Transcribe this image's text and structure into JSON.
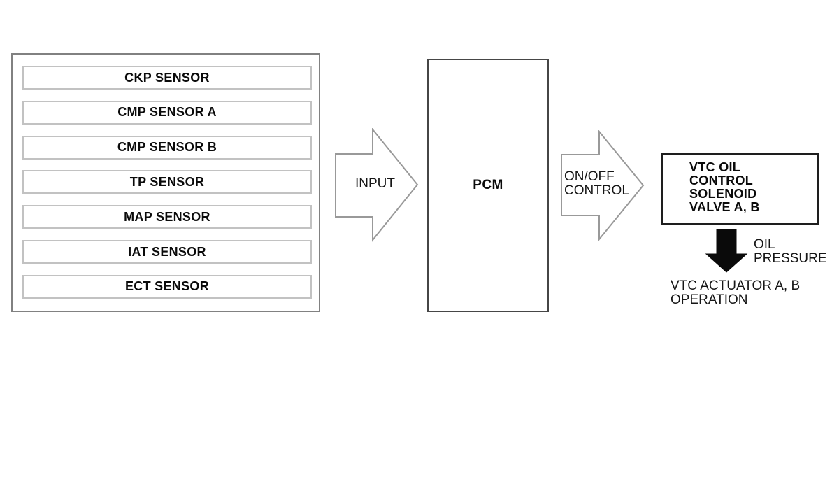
{
  "diagram": {
    "title_hint": "PCM VTC oil control flow diagram",
    "sensor_box": {
      "sensors": [
        "CKP SENSOR",
        "CMP SENSOR A",
        "CMP SENSOR B",
        "TP SENSOR",
        "MAP SENSOR",
        "IAT SENSOR",
        "ECT SENSOR"
      ]
    },
    "input_arrow": {
      "label": "INPUT"
    },
    "pcm_box": {
      "label": "PCM"
    },
    "control_arrow": {
      "line1": "ON/OFF",
      "line2": "CONTROL"
    },
    "solenoid_box": {
      "line1": "VTC OIL",
      "line2": "CONTROL",
      "line3": "SOLENOID",
      "line4": "VALVE A, B"
    },
    "oil_pressure_label": {
      "line1": "OIL",
      "line2": "PRESSURE"
    },
    "actuator_label": {
      "line1": "VTC ACTUATOR A, B",
      "line2": "OPERATION"
    },
    "colors": {
      "background": "#ffffff",
      "outer_box_border": "#818181",
      "sensor_border": "#c2c2c2",
      "pcm_border": "#464646",
      "solenoid_border": "#1e1e1e",
      "arrow_outline": "#999999",
      "solid_arrow_fill": "#0a0a0a",
      "text": "#161616"
    }
  }
}
